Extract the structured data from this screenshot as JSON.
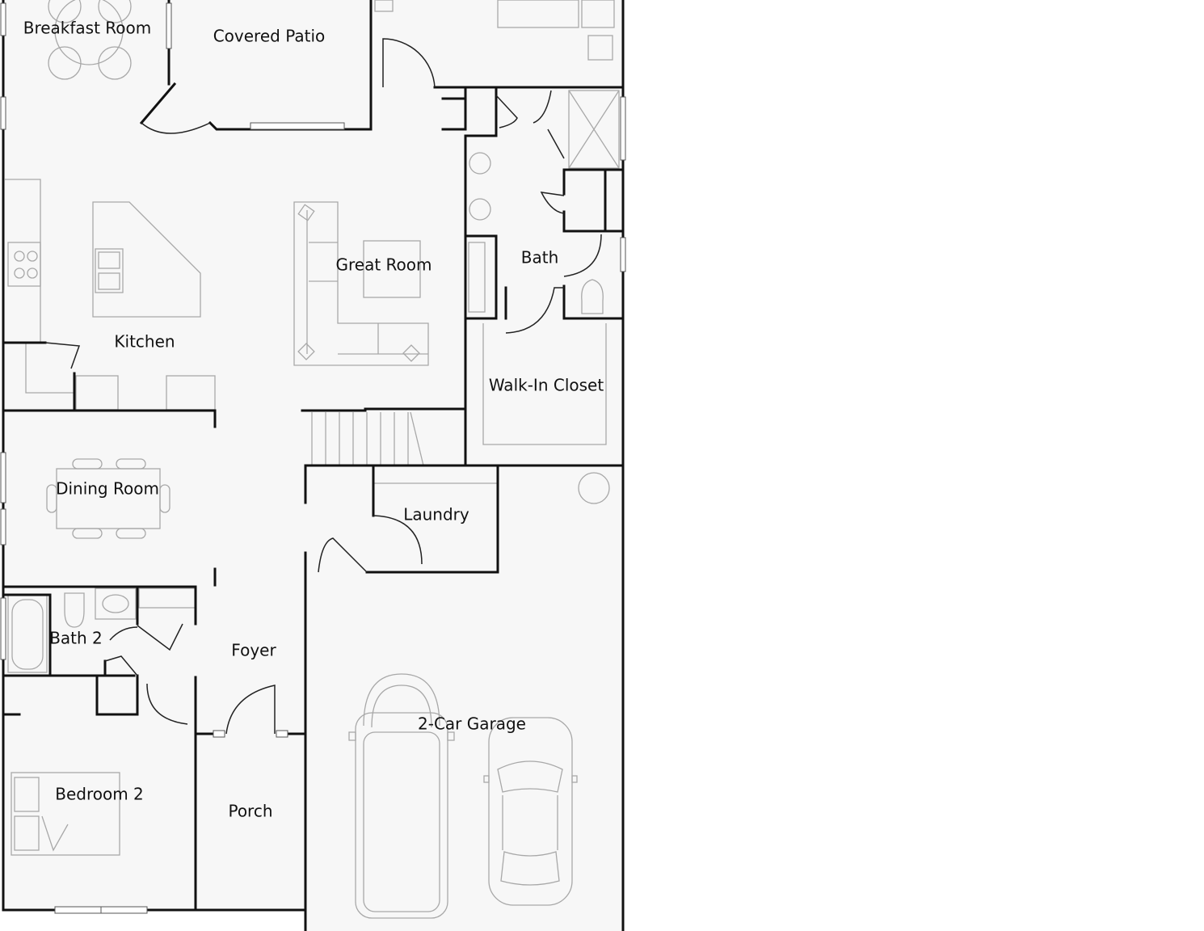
{
  "colors": {
    "floor": "#f7f7f7",
    "wall": "#111111",
    "fixture": "#a8a8a8",
    "background": "#ffffff"
  },
  "rooms": {
    "breakfast_room": "Breakfast Room",
    "covered_patio": "Covered Patio",
    "great_room": "Great Room",
    "kitchen": "Kitchen",
    "bath": "Bath",
    "walk_in_closet": "Walk-In Closet",
    "dining_room": "Dining Room",
    "laundry": "Laundry",
    "bath_2": "Bath 2",
    "foyer": "Foyer",
    "garage": "2-Car Garage",
    "bedroom_2": "Bedroom 2",
    "porch": "Porch"
  }
}
